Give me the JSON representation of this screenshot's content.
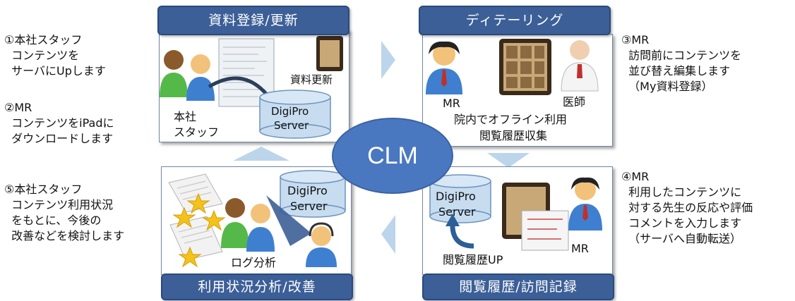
{
  "hub": {
    "label": "CLM"
  },
  "panels": {
    "top_left": {
      "title": "資料登録/更新",
      "staff_label": "本社\nスタッフ",
      "update_label": "資料更新",
      "server_line1": "DigiPro",
      "server_line2": "Server"
    },
    "top_right": {
      "title": "ディテーリング",
      "mr_label": "MR",
      "doctor_label": "医師",
      "caption_line1": "院内でオフライン利用",
      "caption_line2": "閲覧履歴収集"
    },
    "bottom_right": {
      "title": "閲覧履歴/訪問記録",
      "server_line1": "DigiPro",
      "server_line2": "Server",
      "upload_label": "閲覧履歴UP",
      "mr_label": "MR"
    },
    "bottom_left": {
      "title": "利用状況分析/改善",
      "server_line1": "DigiPro",
      "server_line2": "Server",
      "log_label": "ログ分析"
    }
  },
  "steps": {
    "step1": "①本社スタッフ\n  コンテンツを\n  サーバにUpします",
    "step2": "②MR\n  コンテンツをiPadに\n  ダウンロードします",
    "step3": "③MR\n  訪問前にコンテンツを\n  並び替え編集します\n  （My資料登録）",
    "step4": "④MR\n  利用したコンテンツに\n  対する先生の反応や評価\n  コメントを入力します\n  （サーバへ自動転送）",
    "step5": "⑤本社スタッフ\n  コンテンツ利用状況\n  をもとに、今後の\n  改善などを検討します"
  },
  "colors": {
    "header_bg": "#3c5f97",
    "hub_bg": "#4a78c0",
    "cycle_arrow": "#bcd5ea",
    "cylinder": "#c7dcef",
    "person_blue": "#3f7fd0",
    "person_green": "#55b94a"
  }
}
